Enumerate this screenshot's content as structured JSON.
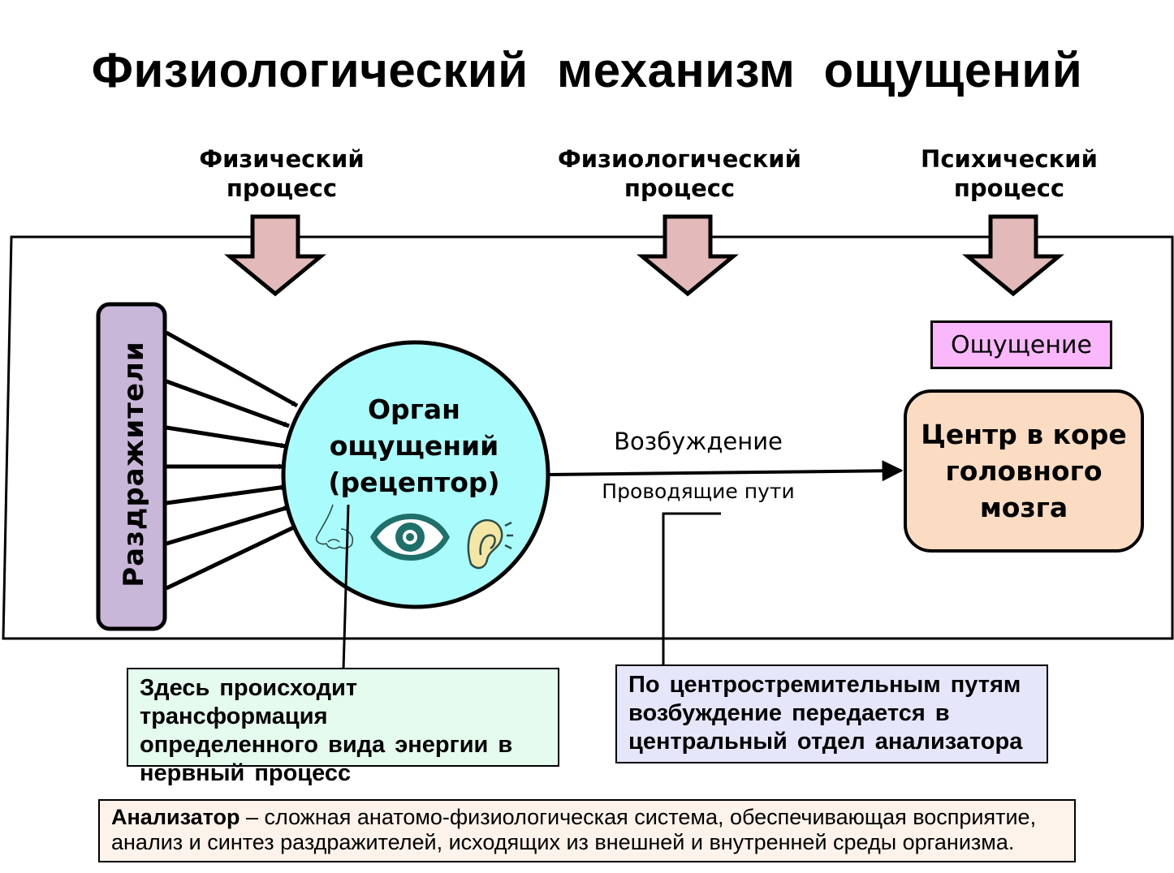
{
  "title": "Физиологический механизм ощущений",
  "processes": [
    {
      "line1": "Физический",
      "line2": "процесс"
    },
    {
      "line1": "Физиологический",
      "line2": "процесс"
    },
    {
      "line1": "Психический",
      "line2": "процесс"
    }
  ],
  "stimuli_label": "Раздражители",
  "organ": {
    "line1": "Орган",
    "line2": "ощущений",
    "line3": "(рецептор)"
  },
  "organ_icons": [
    "nose-icon",
    "eye-icon",
    "ear-icon"
  ],
  "excitation_label": "Возбуждение",
  "pathways_label": "Проводящие пути",
  "feeling_label": "Ощущение",
  "brain_center": {
    "line1": "Центр в коре",
    "line2": "головного",
    "line3": "мозга"
  },
  "note_left": {
    "line1": "Здесь происходит трансформация",
    "line2": "определенного вида энергии в",
    "line3": "нервный процесс"
  },
  "note_right": {
    "line1": "По центростремительным путям",
    "line2": "возбуждение передается в",
    "line3": "центральный отдел анализатора"
  },
  "definition": {
    "term": "Анализатор",
    "text": " – сложная анатомо-физиологическая система, обеспечивающая восприятие, анализ и синтез раздражителей, исходящих из внешней и внутренней среды организма."
  },
  "colors": {
    "arrow_fill": "#e3b9b9",
    "stimuli_fill": "#c8b7d8",
    "organ_fill": "#aafcfc",
    "icon_color": "#1f6f6b",
    "feeling_fill": "#fbb7fb",
    "center_fill": "#fbdcc2",
    "note_left_fill": "#e4fbee",
    "note_right_fill": "#e6e6fb",
    "definition_fill": "#fdf3ea"
  }
}
